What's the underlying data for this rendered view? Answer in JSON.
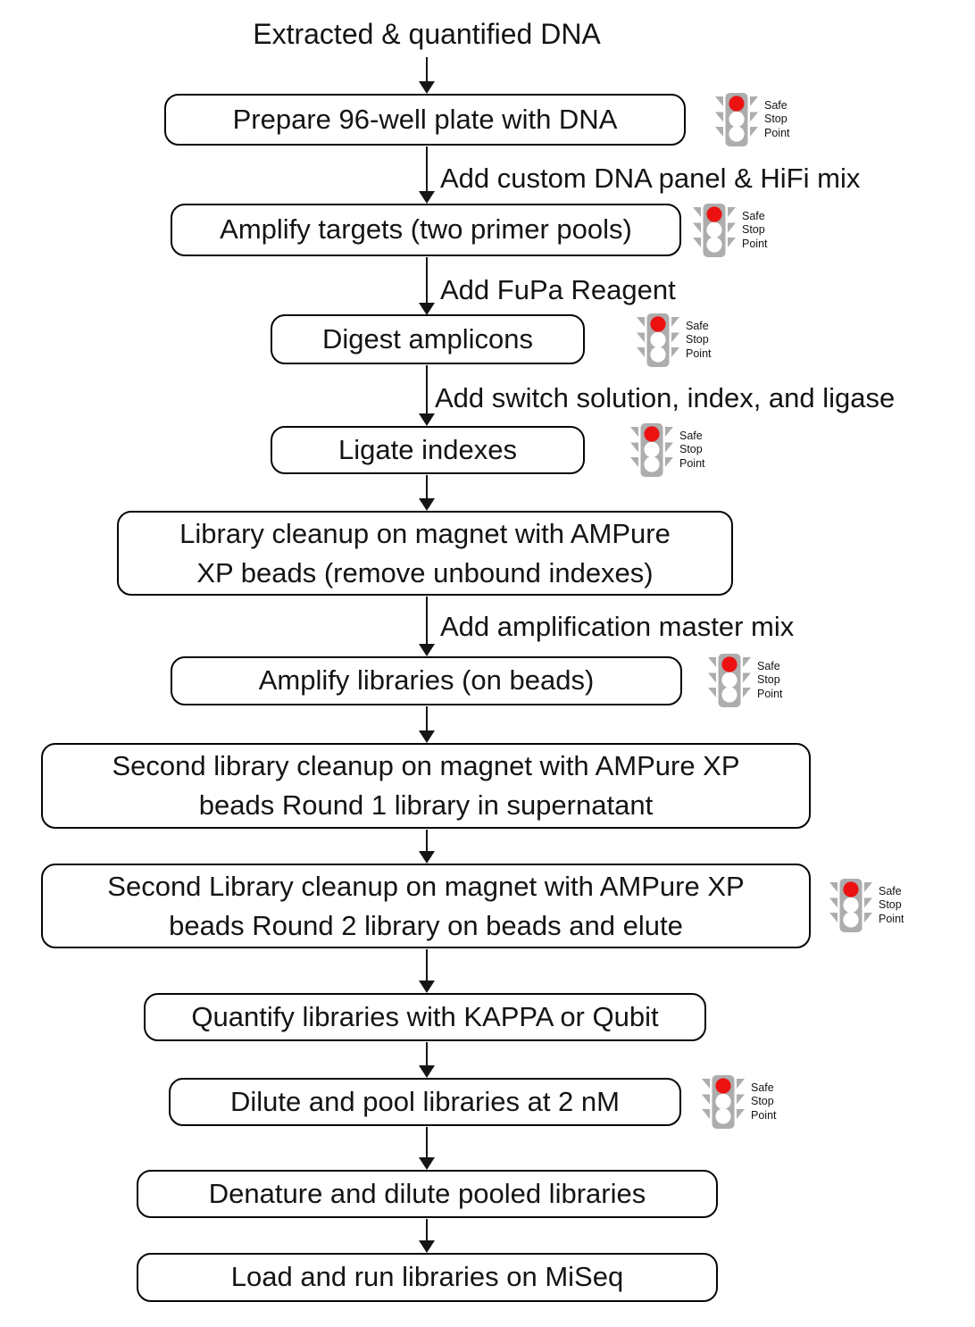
{
  "diagram": {
    "title": "Extracted & quantified DNA",
    "steps": [
      {
        "label": "Prepare 96-well plate with DNA",
        "safe_stop_point": true
      },
      {
        "label": "Amplify targets (two primer pools)",
        "safe_stop_point": true
      },
      {
        "label": "Digest amplicons",
        "safe_stop_point": true
      },
      {
        "label": "Ligate indexes",
        "safe_stop_point": true
      },
      {
        "label": "Library cleanup on magnet with AMPure XP beads (remove unbound indexes)",
        "safe_stop_point": false
      },
      {
        "label": "Amplify libraries (on beads)",
        "safe_stop_point": true
      },
      {
        "label": "Second library cleanup on magnet with AMPure XP beads Round 1 library in supernatant",
        "safe_stop_point": false
      },
      {
        "label": "Second Library cleanup on magnet with AMPure XP beads Round 2 library on beads and elute",
        "safe_stop_point": true
      },
      {
        "label": "Quantify libraries with KAPPA or Qubit",
        "safe_stop_point": false
      },
      {
        "label": "Dilute and pool libraries at 2 nM",
        "safe_stop_point": true
      },
      {
        "label": "Denature and dilute pooled libraries",
        "safe_stop_point": false
      },
      {
        "label": "Load and run libraries on MiSeq",
        "safe_stop_point": false
      }
    ],
    "arrow_labels": [
      "Add custom DNA panel & HiFi mix",
      "Add FuPa Reagent",
      "Add switch solution, index, and ligase",
      "Add amplification master mix"
    ],
    "safe_stop_indicator": {
      "line1": "Safe",
      "line2": "Stop",
      "line3": "Point"
    },
    "colors": {
      "signal_red": "#ec1212",
      "signal_gray": "#adadad",
      "text": "#141414",
      "box_border": "#050505"
    }
  }
}
